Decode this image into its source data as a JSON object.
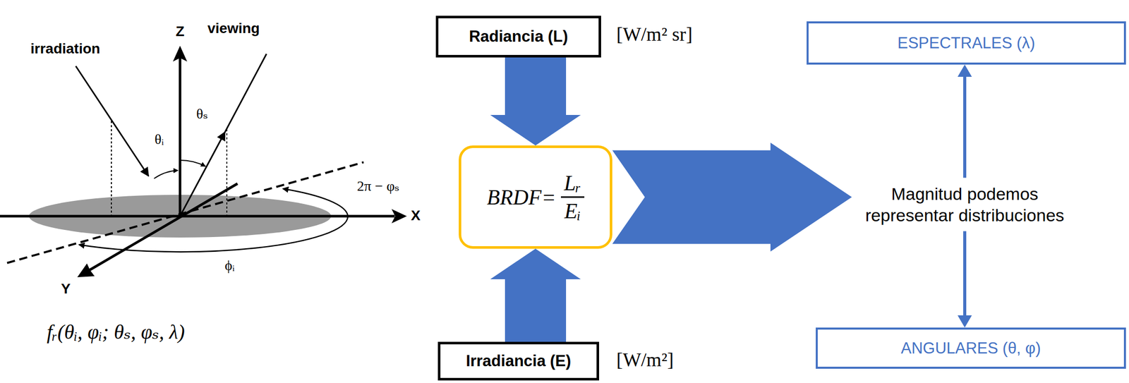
{
  "diagram": {
    "nodes": [
      {
        "text": [
          "Radiancia (L)"
        ]
      },
      {
        "text": [
          "BRDF=",
          "Lᵣ",
          "Eᵢ"
        ]
      },
      {
        "text": [
          "Irradiancia (E)"
        ]
      },
      {
        "text": [
          "Magnitud podemos representar distribuciones"
        ]
      },
      {
        "text": [
          "ESPECTRALES (λ)"
        ]
      },
      {
        "text": [
          "ANGULARES (θ, φ)"
        ]
      }
    ],
    "edges": [
      {
        "from": 0,
        "to": 1,
        "arrow": "to"
      },
      {
        "from": 2,
        "to": 1,
        "arrow": "to"
      },
      {
        "from": 1,
        "to": 3,
        "arrow": "to"
      },
      {
        "from": 3,
        "to": 4,
        "arrow": "to"
      },
      {
        "from": 3,
        "to": 5,
        "arrow": "to"
      }
    ],
    "labels": [
      "irradiation",
      "Z",
      "viewing",
      "θᵢ",
      "θₛ",
      "2π − φₛ",
      "X",
      "Y",
      "ϕᵢ",
      "fᵣ(θᵢ, φᵢ; θₛ, φₛ, λ)",
      "[W/m² sr]",
      "[W/m²]"
    ]
  }
}
